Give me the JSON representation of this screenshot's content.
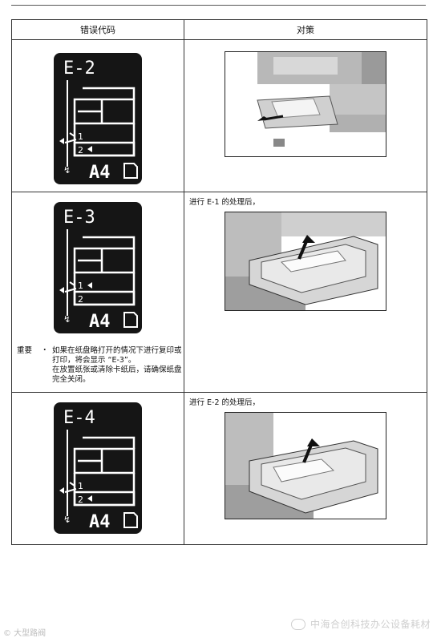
{
  "table": {
    "header_code": "错误代码",
    "header_action": "对策"
  },
  "rows": [
    {
      "lcd": {
        "code": "E-2",
        "tray1": "1",
        "tray2": "2",
        "paper": "A4"
      },
      "instruction": ""
    },
    {
      "lcd": {
        "code": "E-3",
        "tray1": "1",
        "tray2": "2",
        "paper": "A4"
      },
      "instruction": "进行 E-1 的处理后，",
      "note": {
        "label": "重要",
        "bullet": "・",
        "lines": [
          "如果在纸盘略打开的情况下进行复印或",
          "打印，将会显示 “E-3”。",
          "在放置纸张或清除卡纸后，请确保纸盘",
          "完全关闭。"
        ]
      }
    },
    {
      "lcd": {
        "code": "E-4",
        "tray1": "1",
        "tray2": "2",
        "paper": "A4"
      },
      "instruction": "进行 E-2 的处理后，"
    }
  ],
  "watermark": {
    "left": "© 大型路阀",
    "right": "中海合创科技办公设备耗材"
  }
}
